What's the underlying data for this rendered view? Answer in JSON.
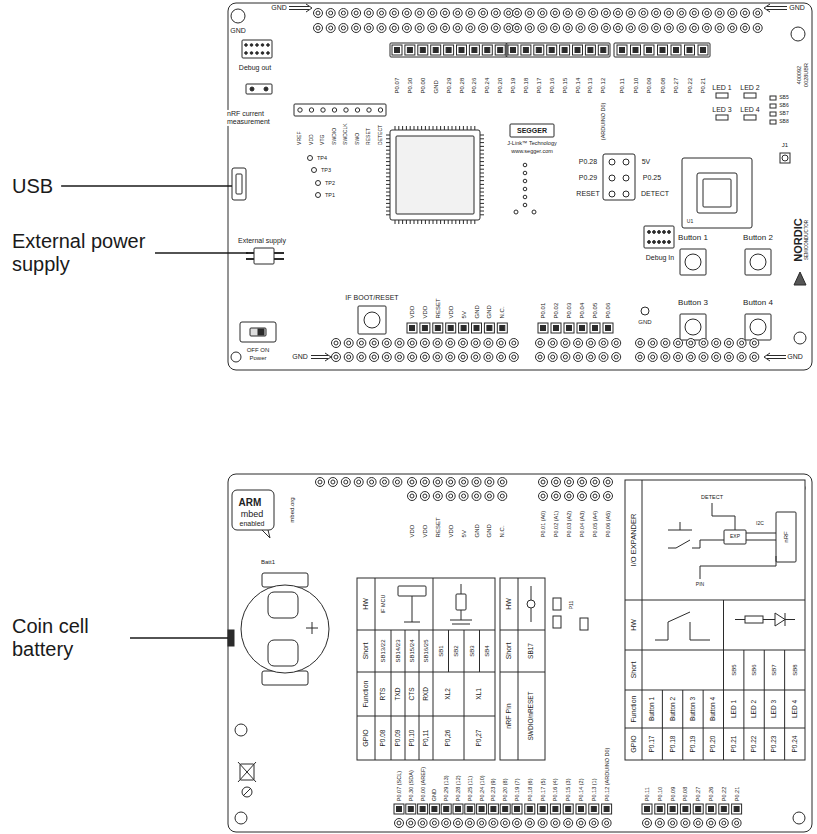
{
  "diagram": {
    "labels": [
      "USB",
      "External power supply",
      "Coin cell battery",
      "GND",
      "GND",
      "GND",
      "Debug out",
      "nRF current measurement",
      "P0.07",
      "P0.30",
      "P0.00",
      "GND",
      "P0.29",
      "P0.28",
      "P0.26",
      "P0.24",
      "P0.20",
      "P0.19",
      "P0.18",
      "P0.17",
      "P0.16",
      "P0.15",
      "P0.14",
      "P0.13",
      "P0.12",
      "(ARDUINO D0)",
      "P0.11",
      "P0.10",
      "P0.09",
      "P0.08",
      "P0.27",
      "P0.22",
      "P0.21",
      "400092",
      "0028UBR",
      "LED 1",
      "LED 2",
      "LED 3",
      "LED 4",
      "SB5",
      "SB6",
      "SB7",
      "SB8",
      "VREF",
      "VDD",
      "VTG",
      "SWDIO",
      "SWDCLK",
      "SWO",
      "RESET",
      "DETECT",
      "SEGGER",
      "J-Link™ Technology",
      "www.segger.com",
      "P0.28",
      "5V",
      "P0.29",
      "P0.25",
      "RESET",
      "DETECT",
      "TP4",
      "TP3",
      "TP2",
      "TP1",
      "J1",
      "U1",
      "NORDIC",
      "SEMICONDUCTOR",
      "Button 1",
      "Button 2",
      "Button 3",
      "Button 4",
      "Debug In",
      "External supply",
      "OFF ON",
      "Power",
      "IF BOOT/RESET",
      "VDD",
      "VDD",
      "RESET",
      "VDD",
      "5V",
      "GND",
      "GND",
      "N.C.",
      "P0.01",
      "P0.02",
      "P0.03",
      "P0.04",
      "P0.05",
      "P0.06",
      "GND",
      "GND",
      "GND",
      "ARM",
      "mbed",
      "enabled",
      "mbed.org",
      "Batt1",
      "VDD",
      "VDD",
      "RESET",
      "VDD",
      "5V",
      "GND",
      "GND",
      "N.C.",
      "P0.01 (A0)",
      "P0.02 (A1)",
      "P0.03 (A2)",
      "P0.04 (A3)",
      "P0.05 (A4)",
      "P0.06 (A5)",
      "HW",
      "Short",
      "Function",
      "GPIO",
      "P0.08",
      "RTS",
      "SB13/22",
      "P0.09",
      "TXD",
      "SB14/23",
      "P0.10",
      "CTS",
      "SB15/24",
      "P0,11",
      "RXD",
      "SB16/25",
      "IF MCU",
      "P0,26",
      "XL2",
      "SB1",
      "SB2",
      "P0,27",
      "XL1",
      "SB3",
      "SB4",
      "HW",
      "Short",
      "nRF Pin",
      "SB17",
      "SWDIO/nRESET",
      "P11",
      "I/O EXPANDER",
      "DETECT",
      "EXP",
      "I2C",
      "nRF",
      "PIN",
      "HW",
      "Short",
      "Function",
      "GPIO",
      "P0.17",
      "Button 1",
      "P0.18",
      "Button 2",
      "P0.19",
      "Button 3",
      "P0.20",
      "Button 4",
      "P0.21",
      "LED 1",
      "SB5",
      "P0.22",
      "LED 2",
      "SB6",
      "P0.23",
      "LED 3",
      "SB7",
      "P0.24",
      "LED 4",
      "SB8",
      "P0.07 (SCL)",
      "P0.30 (SDA)",
      "P0.00 (AREF)",
      "GND",
      "P0.29 (13)",
      "P0.28 (12)",
      "P0.25 (11)",
      "P0.24 (10)",
      "P0.23 (9)",
      "P0.20 (8)",
      "P0.19 (7)",
      "P0.18 (6)",
      "P0.17 (5)",
      "P0.16 (4)",
      "P0.15 (3)",
      "P0.14 (2)",
      "P0.13 (1)",
      "P0.12 (ARDUINO D0)",
      "P0.11",
      "P0.10",
      "P0.09",
      "P0.08",
      "P0.27",
      "P0.26",
      "P0.22",
      "P0.21"
    ]
  }
}
